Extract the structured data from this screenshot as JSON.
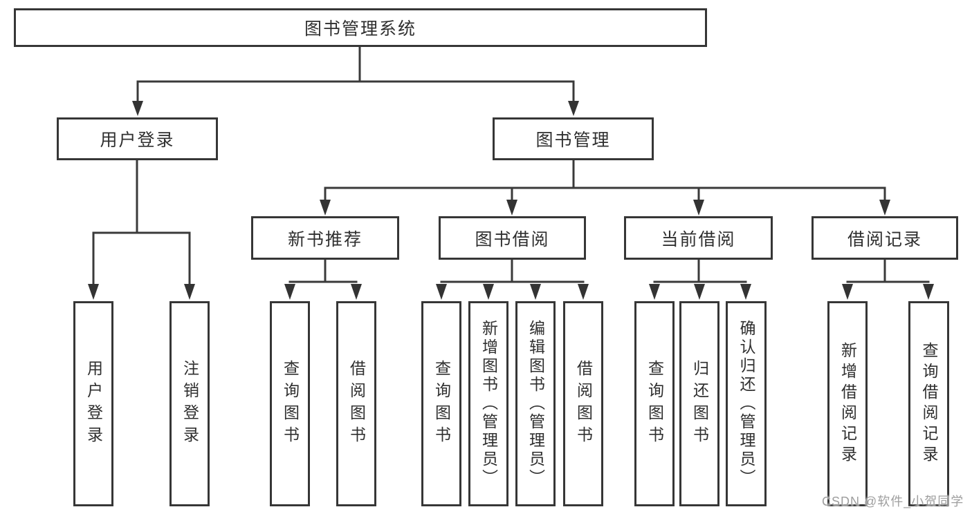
{
  "tree": {
    "root": {
      "label": "图书管理系统",
      "children": [
        {
          "label": "用户登录",
          "children": [
            {
              "label": "用户登录"
            },
            {
              "label": "注销登录"
            }
          ]
        },
        {
          "label": "图书管理",
          "children": [
            {
              "label": "新书推荐",
              "children": [
                {
                  "label": "查询图书"
                },
                {
                  "label": "借阅图书"
                }
              ]
            },
            {
              "label": "图书借阅",
              "children": [
                {
                  "label": "查询图书"
                },
                {
                  "label": "新增图书（管理员）"
                },
                {
                  "label": "编辑图书（管理员）"
                },
                {
                  "label": "借阅图书"
                }
              ]
            },
            {
              "label": "当前借阅",
              "children": [
                {
                  "label": "查询图书"
                },
                {
                  "label": "归还图书"
                },
                {
                  "label": "确认归还（管理员）"
                }
              ]
            },
            {
              "label": "借阅记录",
              "children": [
                {
                  "label": "新增借阅记录"
                },
                {
                  "label": "查询借阅记录"
                }
              ]
            }
          ]
        }
      ]
    }
  },
  "colors": {
    "line": "#3a3a3a",
    "box_border": "#363636",
    "text": "#2f2f2f",
    "watermark": "#9e9e9e",
    "background": "#ffffff"
  },
  "watermark": {
    "text": "CSDN @软件_小贺同学"
  }
}
